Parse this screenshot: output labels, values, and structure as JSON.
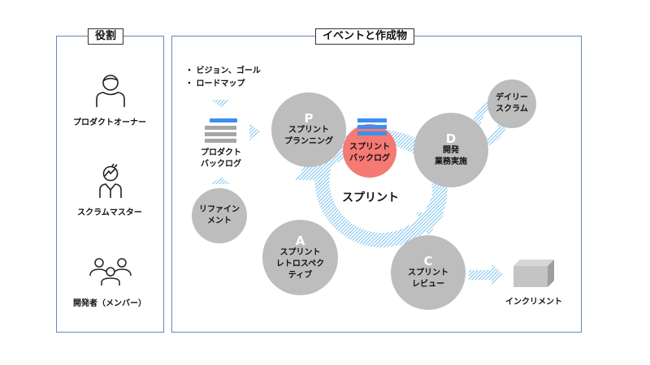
{
  "roles_panel": {
    "title": "役割",
    "roles": [
      {
        "icon": "person-icon",
        "label": "プロダクトオーナー"
      },
      {
        "icon": "person-spiky-hair-icon",
        "label": "スクラムマスター"
      },
      {
        "icon": "group-icon",
        "label": "開発者（メンバー）"
      }
    ]
  },
  "events_panel": {
    "title": "イベントと作成物",
    "inputs": [
      "・ ビジョン、ゴール",
      "・ ロードマップ"
    ],
    "product_backlog": {
      "line1": "プロダクト",
      "line2": "バックログ"
    },
    "refinement": {
      "line1": "リファイン",
      "line2": "メント"
    },
    "sprint_label": "スプリント",
    "planning": {
      "letter": "P",
      "line1": "スプリント",
      "line2": "プランニング"
    },
    "sprint_backlog": {
      "line1": "スプリント",
      "line2": "バックログ"
    },
    "do": {
      "letter": "D",
      "line1": "開発",
      "line2": "業務実施"
    },
    "daily_scrum": {
      "line1": "デイリー",
      "line2": "スクラム"
    },
    "check": {
      "letter": "C",
      "line1": "スプリント",
      "line2": "レビュー"
    },
    "act": {
      "letter": "A",
      "line1": "スプリント",
      "line2": "レトロスペク",
      "line3": "ティブ"
    },
    "increment": "インクリメント"
  },
  "colors": {
    "frame": "#6b84b8",
    "circle": "#bdbdbd",
    "sprint_backlog": "#f47a73",
    "backlog_blue": "#3d8ef0",
    "backlog_gray": "#a6a6a6",
    "arrow_hatch": "#5ab4ec"
  }
}
